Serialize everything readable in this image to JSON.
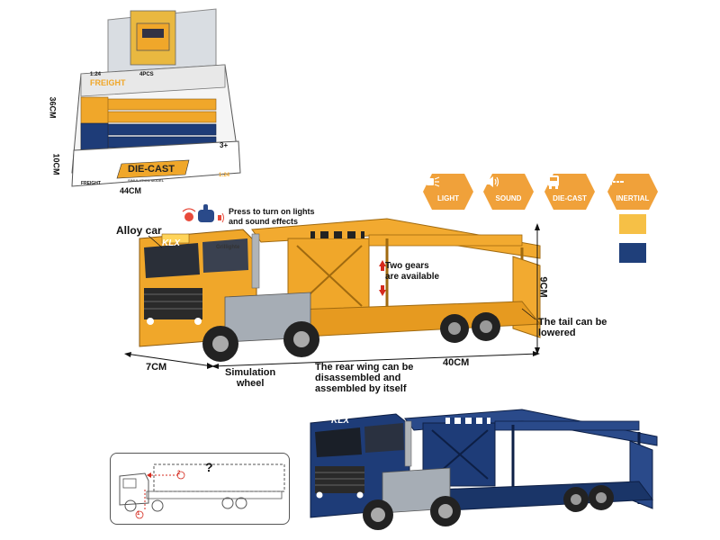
{
  "box": {
    "brand_label": "FREIGHT",
    "scale_label": "1:24",
    "pcs_label": "4PCS",
    "diecast_label": "DIE-CAST",
    "diecast_sub": "SIMULATION MODEL",
    "age_label": "3+",
    "scale_side": "1:24",
    "freight_small": "FREIGHT",
    "dim_depth": "36CM",
    "dim_height": "10CM",
    "dim_width": "44CM"
  },
  "features": [
    {
      "label": "LIGHT",
      "icon": "light-icon"
    },
    {
      "label": "SOUND",
      "icon": "sound-icon"
    },
    {
      "label": "DIE-CAST",
      "icon": "truck-icon"
    },
    {
      "label": "INERTIAL",
      "icon": "inertial-arrow-icon"
    }
  ],
  "colors": {
    "badge": "#f0a13a",
    "yellow_option": "#f6c046",
    "blue_option": "#1f3f7a",
    "truck_yellow": "#f0a72a",
    "truck_blue": "#1e3c78"
  },
  "annotations": {
    "alloy_car": "Alloy car",
    "press_hint": "Press to turn on lights\nand sound effects",
    "two_gears": "Two gears\nare available",
    "tail": "The tail can be\nlowered",
    "height_dim": "9CM",
    "length_dim": "40CM",
    "cab_dim": "7CM",
    "wheel_label": "Simulation\nwheel",
    "rear_wing": "The rear wing can be\ndisassembled and\nassembled by itself"
  },
  "truck": {
    "logo": "KLX",
    "door_text": "Grillighte"
  },
  "diagram": {
    "marker_1": "1",
    "marker_2": "2",
    "question": "?"
  }
}
